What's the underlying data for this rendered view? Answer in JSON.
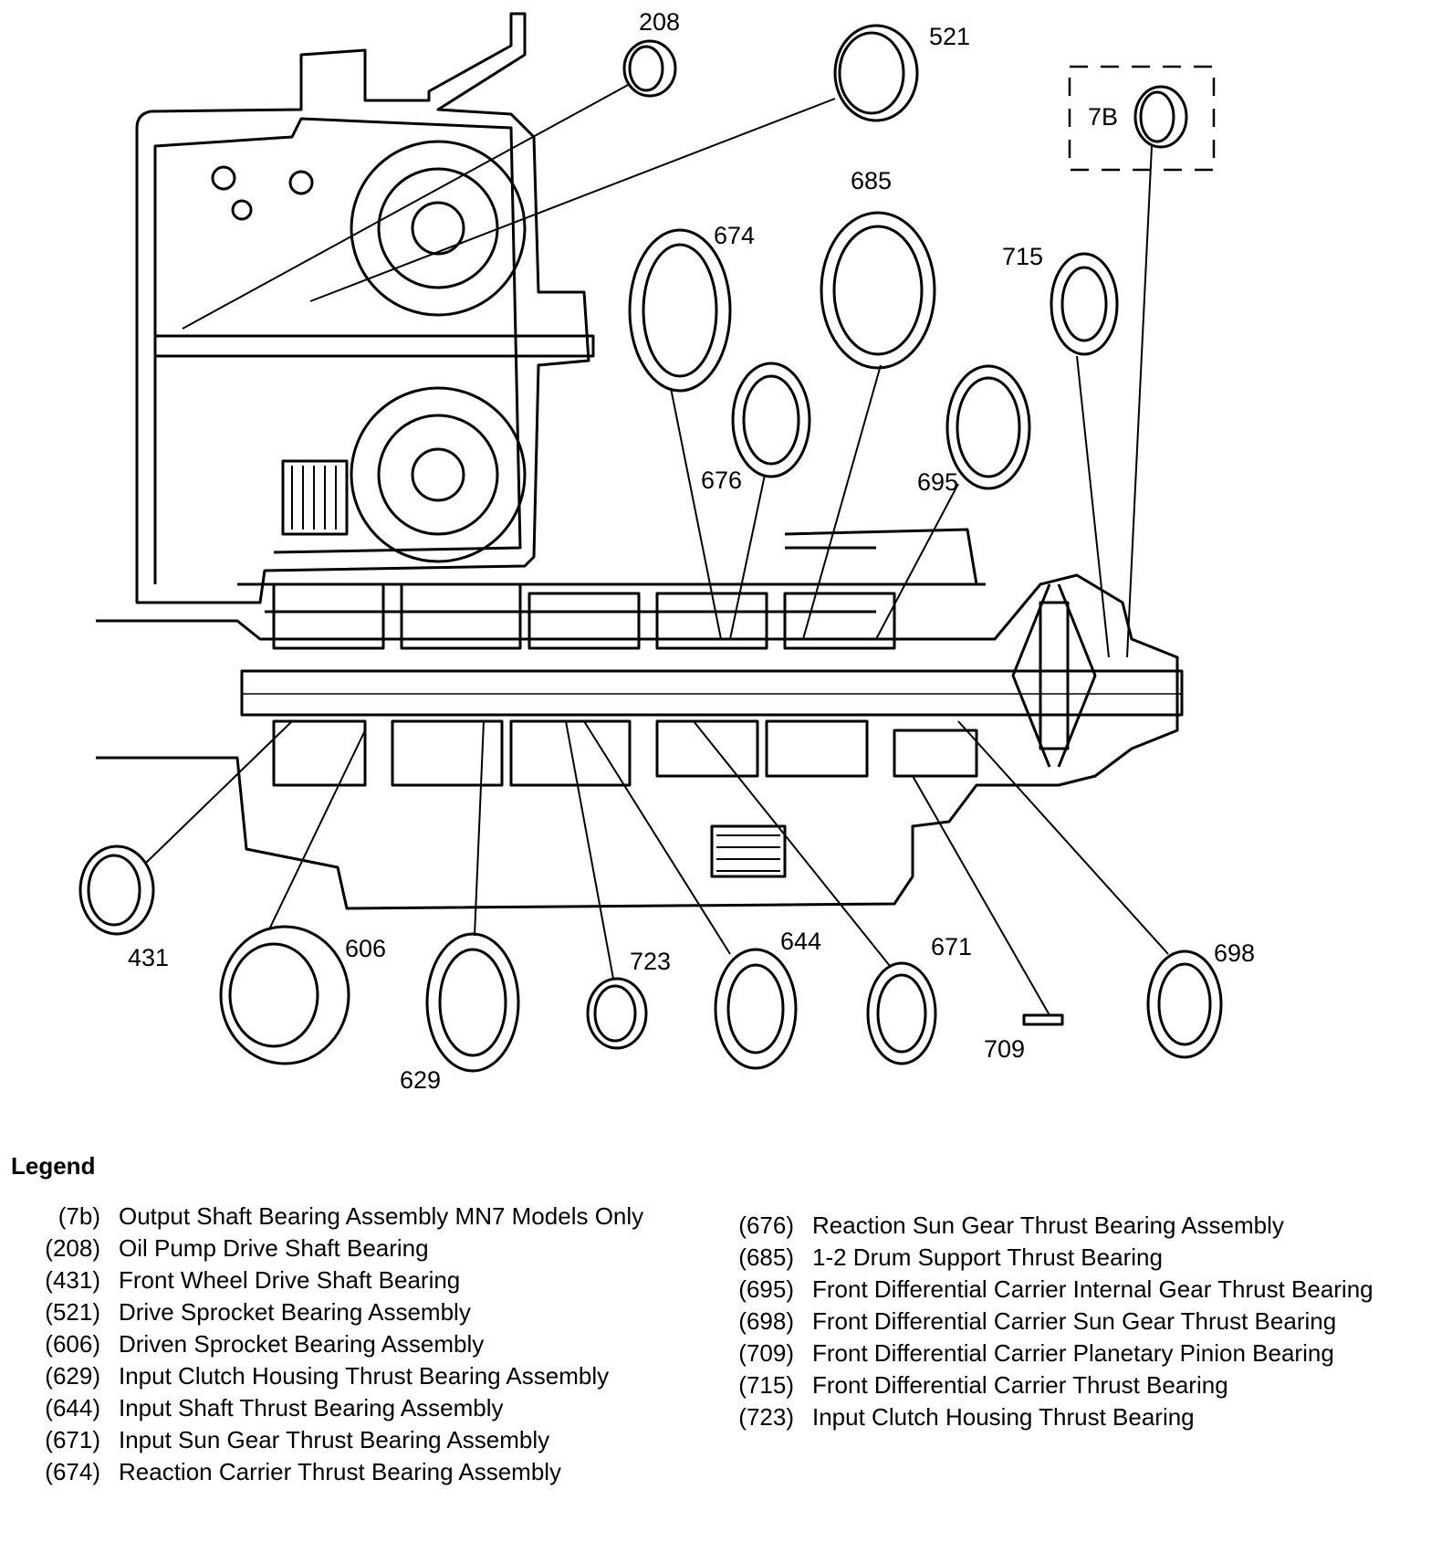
{
  "diagram": {
    "callouts": [
      "208",
      "521",
      "7B",
      "685",
      "674",
      "715",
      "676",
      "695",
      "431",
      "606",
      "723",
      "644",
      "671",
      "698",
      "709",
      "629"
    ]
  },
  "legend": {
    "title": "Legend",
    "left": [
      {
        "num": "(7b)",
        "desc": "Output Shaft Bearing Assembly MN7 Models Only"
      },
      {
        "num": "(208)",
        "desc": "Oil Pump Drive Shaft Bearing"
      },
      {
        "num": "(431)",
        "desc": "Front Wheel Drive Shaft Bearing"
      },
      {
        "num": "(521)",
        "desc": "Drive Sprocket Bearing Assembly"
      },
      {
        "num": "(606)",
        "desc": "Driven Sprocket Bearing Assembly"
      },
      {
        "num": "(629)",
        "desc": "Input Clutch Housing Thrust Bearing Assembly"
      },
      {
        "num": "(644)",
        "desc": "Input Shaft Thrust Bearing Assembly"
      },
      {
        "num": "(671)",
        "desc": "Input Sun Gear Thrust Bearing Assembly"
      },
      {
        "num": "(674)",
        "desc": "Reaction Carrier Thrust Bearing Assembly"
      }
    ],
    "right": [
      {
        "num": "(676)",
        "desc": "Reaction Sun Gear Thrust Bearing Assembly"
      },
      {
        "num": "(685)",
        "desc": "1-2 Drum Support Thrust Bearing"
      },
      {
        "num": "(695)",
        "desc": "Front Differential Carrier Internal Gear Thrust Bearing"
      },
      {
        "num": "(698)",
        "desc": "Front Differential Carrier Sun Gear Thrust Bearing"
      },
      {
        "num": "(709)",
        "desc": "Front Differential Carrier Planetary Pinion Bearing"
      },
      {
        "num": "(715)",
        "desc": "Front Differential Carrier Thrust Bearing"
      },
      {
        "num": "(723)",
        "desc": "Input Clutch Housing Thrust Bearing"
      }
    ]
  }
}
